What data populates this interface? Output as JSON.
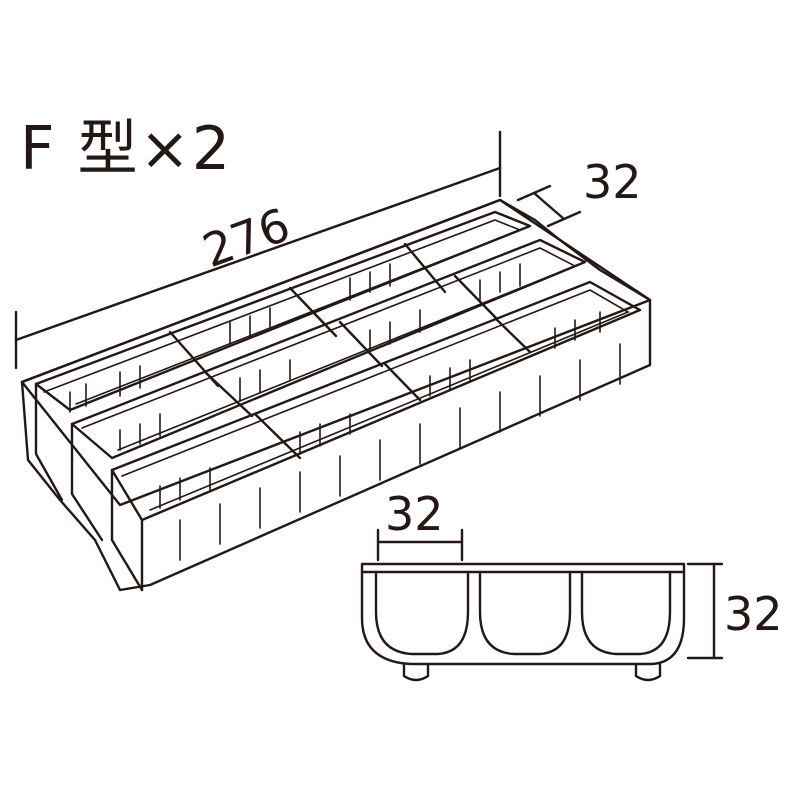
{
  "title": "F 型×2",
  "dimensions": {
    "length": "276",
    "width": "32",
    "cell_width": "32",
    "height": "32"
  }
}
